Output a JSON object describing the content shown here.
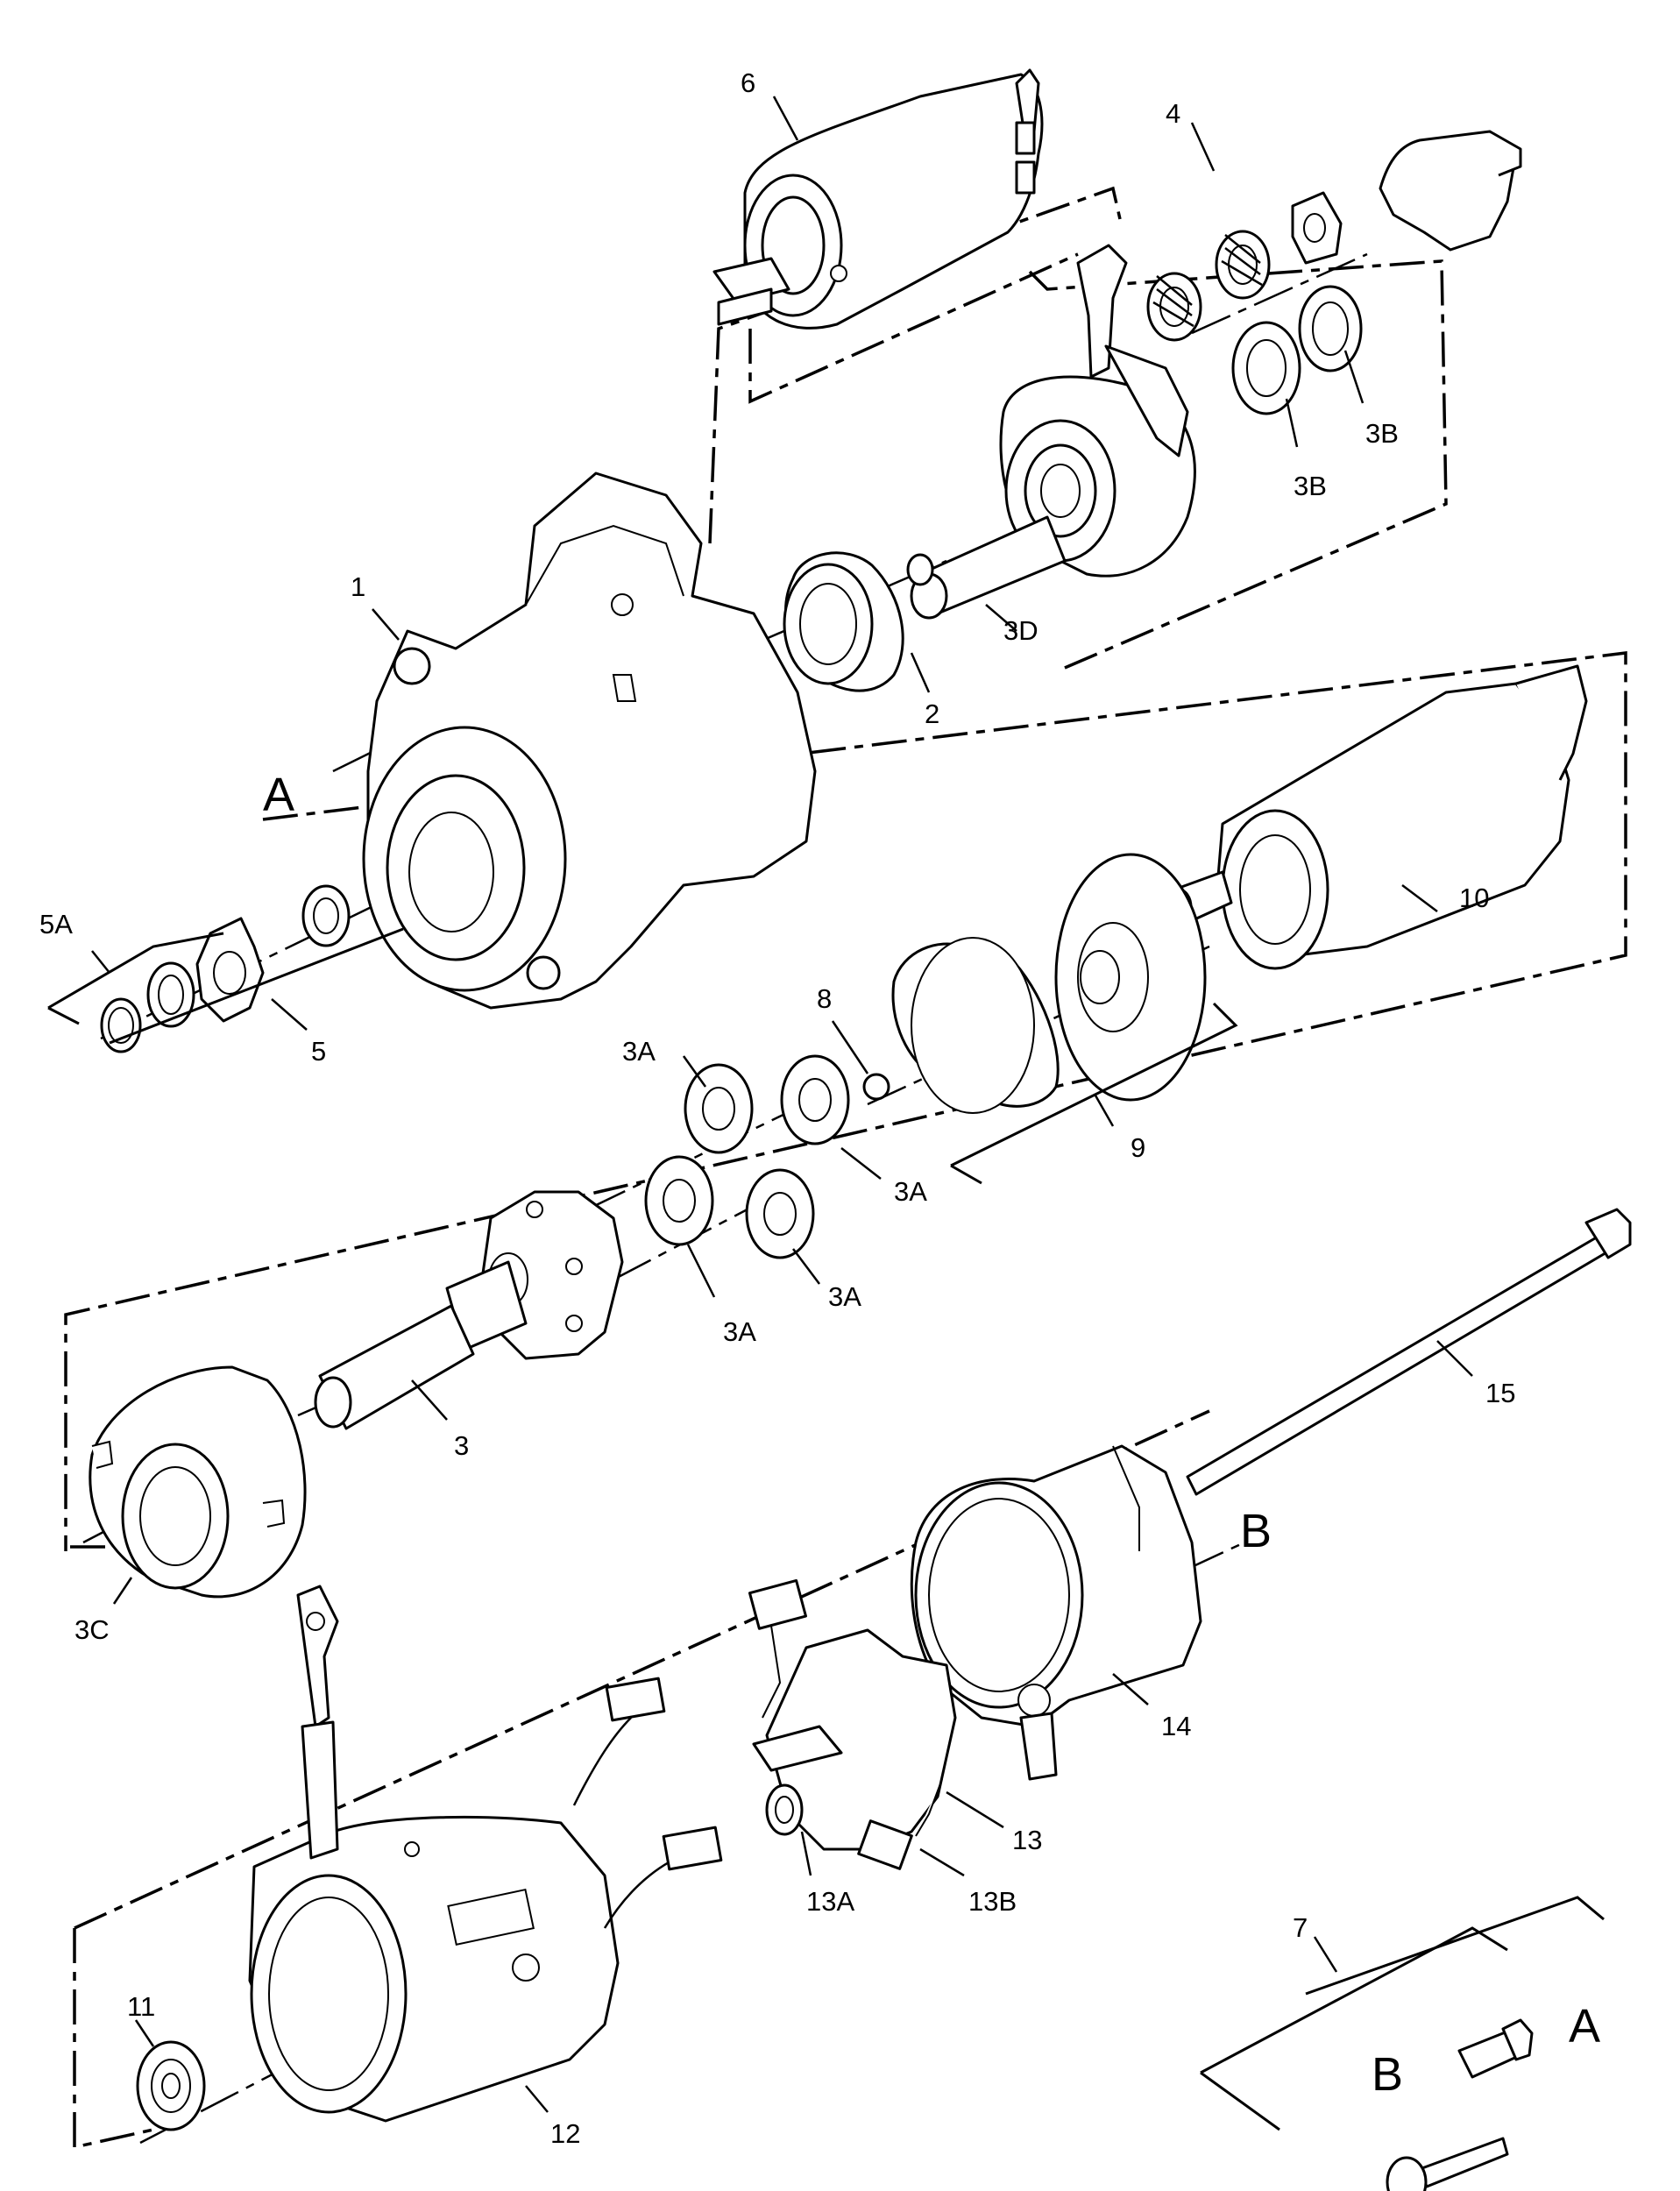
{
  "labels": {
    "p1": "1",
    "p2": "2",
    "p3": "3",
    "p3A_1": "3A",
    "p3A_2": "3A",
    "p3A_3": "3A",
    "p3A_4": "3A",
    "p3B_1": "3B",
    "p3B_2": "3B",
    "p3C": "3C",
    "p3D": "3D",
    "p4": "4",
    "p5": "5",
    "p5A": "5A",
    "p6": "6",
    "p7": "7",
    "p8": "8",
    "p9": "9",
    "p10": "10",
    "p11": "11",
    "p12": "12",
    "p13": "13",
    "p13A": "13A",
    "p13B": "13B",
    "p14": "14",
    "p15": "15"
  },
  "refs": {
    "A_left": "A",
    "B_right": "B",
    "B_kit": "B",
    "A_kit": "A"
  }
}
